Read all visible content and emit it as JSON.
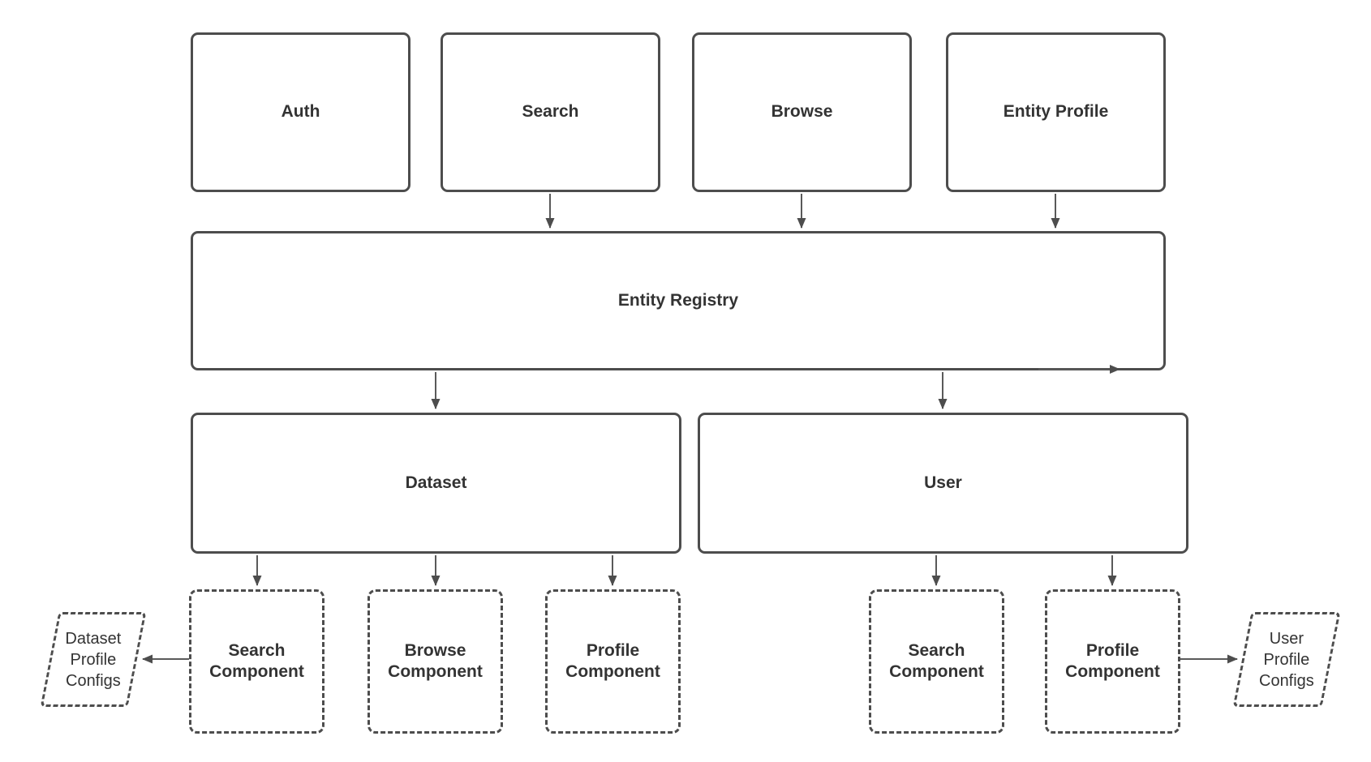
{
  "diagram": {
    "background_color": "#ffffff",
    "colors": {
      "box_border": "#4d4d4d",
      "text": "#333333",
      "connector": "#5a5a5a",
      "arrowhead": "#4d4d4d"
    },
    "nodes": {
      "auth": {
        "label": "Auth",
        "shape": "rounded-rect",
        "border": "solid"
      },
      "search": {
        "label": "Search",
        "shape": "rounded-rect",
        "border": "solid"
      },
      "browse": {
        "label": "Browse",
        "shape": "rounded-rect",
        "border": "solid"
      },
      "entity_profile": {
        "label": "Entity Profile",
        "shape": "rounded-rect",
        "border": "solid"
      },
      "entity_registry": {
        "label": "Entity Registry",
        "shape": "rounded-rect",
        "border": "solid"
      },
      "dataset": {
        "label": "Dataset",
        "shape": "rounded-rect",
        "border": "solid"
      },
      "user": {
        "label": "User",
        "shape": "rounded-rect",
        "border": "solid"
      },
      "dataset_search_component": {
        "label": "Search Component",
        "shape": "rounded-rect",
        "border": "dashed"
      },
      "dataset_browse_component": {
        "label": "Browse Component",
        "shape": "rounded-rect",
        "border": "dashed"
      },
      "dataset_profile_component": {
        "label": "Profile Component",
        "shape": "rounded-rect",
        "border": "dashed"
      },
      "user_search_component": {
        "label": "Search Component",
        "shape": "rounded-rect",
        "border": "dashed"
      },
      "user_profile_component": {
        "label": "Profile Component",
        "shape": "rounded-rect",
        "border": "dashed"
      },
      "dataset_profile_configs": {
        "label": "Dataset Profile Configs",
        "shape": "parallelogram",
        "border": "dashed"
      },
      "user_profile_configs": {
        "label": "User Profile Configs",
        "shape": "parallelogram",
        "border": "dashed"
      }
    },
    "edges": [
      {
        "from": "Search",
        "to": "Entity Registry",
        "direction": "down"
      },
      {
        "from": "Browse",
        "to": "Entity Registry",
        "direction": "down"
      },
      {
        "from": "Entity Profile",
        "to": "Entity Registry",
        "direction": "down"
      },
      {
        "from": "Entity Registry",
        "to": "Dataset",
        "direction": "down"
      },
      {
        "from": "Entity Registry",
        "to": "User",
        "direction": "down"
      },
      {
        "from": "Entity Registry",
        "to": "Entity Registry bottom-right corner",
        "direction": "right"
      },
      {
        "from": "Dataset",
        "to": "Search Component",
        "direction": "down"
      },
      {
        "from": "Dataset",
        "to": "Browse Component",
        "direction": "down"
      },
      {
        "from": "Dataset",
        "to": "Profile Component",
        "direction": "down"
      },
      {
        "from": "User",
        "to": "Search Component",
        "direction": "down"
      },
      {
        "from": "User",
        "to": "Profile Component",
        "direction": "down"
      },
      {
        "from": "Search Component",
        "to": "Dataset Profile Configs",
        "direction": "left"
      },
      {
        "from": "Profile Component",
        "to": "User Profile Configs",
        "direction": "right"
      }
    ]
  }
}
